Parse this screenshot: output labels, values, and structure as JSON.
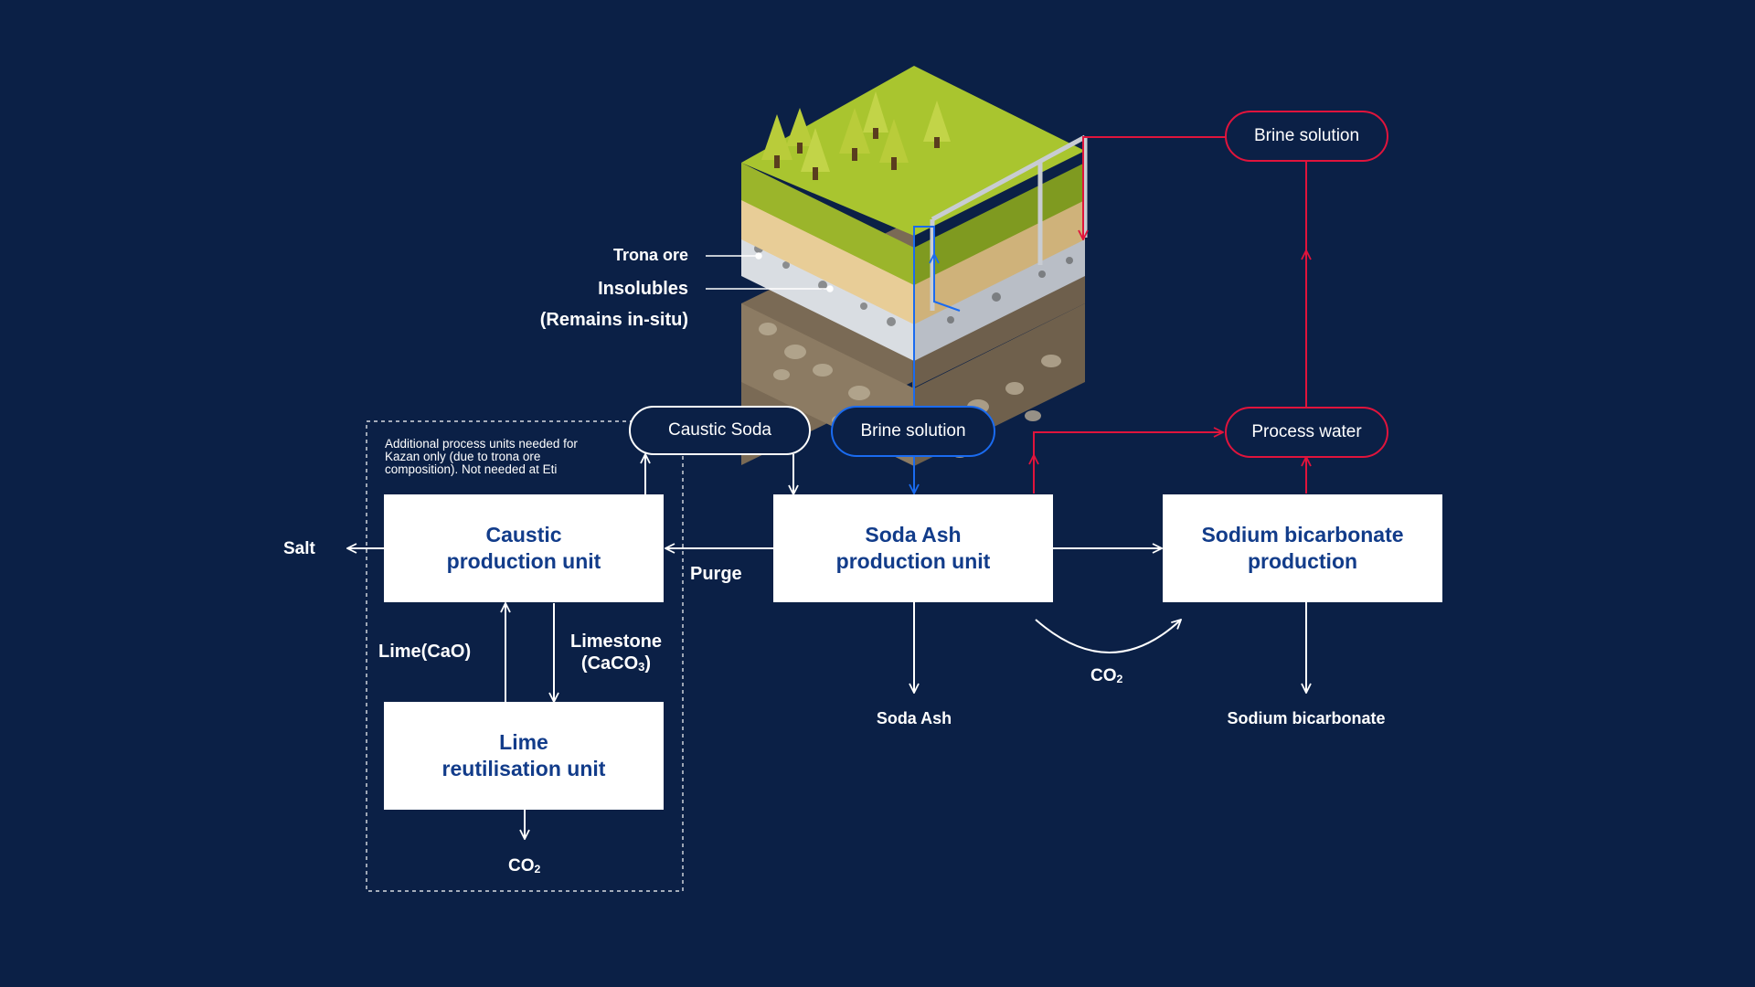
{
  "colors": {
    "background": "#0b2046",
    "box_fill": "#ffffff",
    "box_text": "#123c8a",
    "white_flow": "#ffffff",
    "red_flow": "#e0143c",
    "blue_flow": "#1a6bf0"
  },
  "illustration": {
    "label_trona": "Trona ore",
    "label_insolubles": "Insolubles",
    "label_insitu": "(Remains in-situ)"
  },
  "boxes": {
    "caustic_line1": "Caustic",
    "caustic_line2": "production unit",
    "soda_line1": "Soda Ash",
    "soda_line2": "production unit",
    "bicarb_line1": "Sodium bicarbonate",
    "bicarb_line2": "production",
    "lime_line1": "Lime",
    "lime_line2": "reutilisation unit"
  },
  "pills": {
    "caustic_soda": "Caustic Soda",
    "brine_blue": "Brine solution",
    "brine_red": "Brine solution",
    "process_water": "Process water"
  },
  "labels": {
    "salt": "Salt",
    "purge": "Purge",
    "lime_cao": "Lime(CaO)",
    "limestone_line1": "Limestone",
    "limestone_line2": "(CaCO",
    "limestone_sub": "3",
    "limestone_close": ")",
    "co2_base": "CO",
    "co2_sub": "2",
    "soda_ash": "Soda Ash",
    "sodium_bicarbonate": "Sodium bicarbonate"
  },
  "note": "Additional process units needed for Kazan only (due to trona ore composition). Not needed at Eti"
}
